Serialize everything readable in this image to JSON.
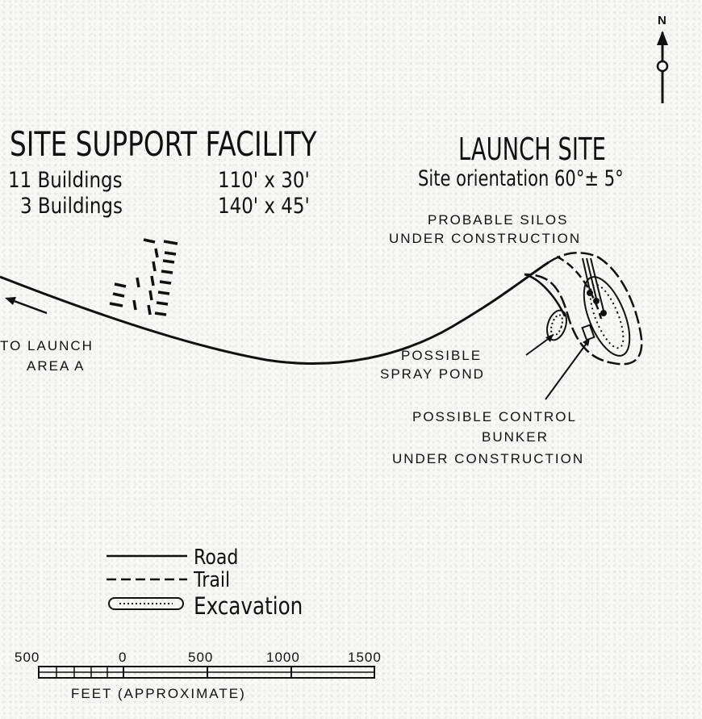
{
  "north_label": "N",
  "site_support": {
    "title": "SITE SUPPORT FACILITY",
    "rows": [
      {
        "count": "11 Buildings",
        "size": "110' x 30'"
      },
      {
        "count": "3 Buildings",
        "size": "140' x 45'"
      }
    ]
  },
  "launch_site": {
    "title": "LAUNCH SITE",
    "orientation": "Site orientation 60°± 5°"
  },
  "labels": {
    "silos_1": "PROBABLE SILOS",
    "silos_2": "UNDER CONSTRUCTION",
    "launch_area_1": "TO LAUNCH",
    "launch_area_2": "AREA A",
    "pond_1": "POSSIBLE",
    "pond_2": "SPRAY POND",
    "bunker_1": "POSSIBLE CONTROL",
    "bunker_2": "BUNKER",
    "bunker_3": "UNDER CONSTRUCTION"
  },
  "legend": {
    "road": "Road",
    "trail": "Trail",
    "excavation": "Excavation"
  },
  "scale": {
    "ticks": [
      "500",
      "0",
      "500",
      "1000",
      "1500"
    ],
    "unit": "FEET (APPROXIMATE)"
  },
  "colors": {
    "ink": "#111111",
    "paper": "#f8f8f6"
  }
}
